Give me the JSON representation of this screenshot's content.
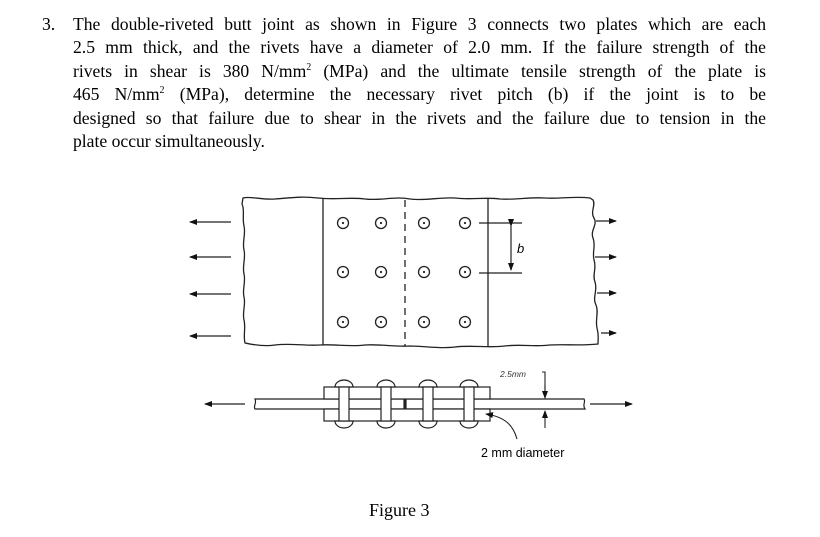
{
  "problem": {
    "number": "3.",
    "lines": [
      "The double-riveted butt joint as shown in Figure 3 connects two plates which are each",
      "2.5 mm thick, and the rivets have a diameter of 2.0 mm. If the failure strength of the",
      "rivets in shear is 380 N/mm",
      "(MPa) and the ultimate tensile strength of the plate is",
      "465 N/mm",
      "(MPa), determine the necessary rivet pitch (b) if the joint is to be",
      "designed so that failure due to shear in the rivets and the failure due to tension in the",
      "plate occur simultaneously."
    ],
    "superscript": "2",
    "given": {
      "plate_thickness_mm": 2.5,
      "rivet_diameter_mm": 2.0,
      "rivet_shear_strength_mpa": 380,
      "plate_tensile_strength_mpa": 465,
      "unknown": "rivet pitch (b)"
    }
  },
  "figure": {
    "caption": "Figure 3",
    "pitch_label": "b",
    "thickness_label": "2.5mm",
    "diameter_label": "2 mm diameter",
    "rivet_rows": 3,
    "rivet_columns": 4,
    "load_arrows_each_side": 4
  }
}
